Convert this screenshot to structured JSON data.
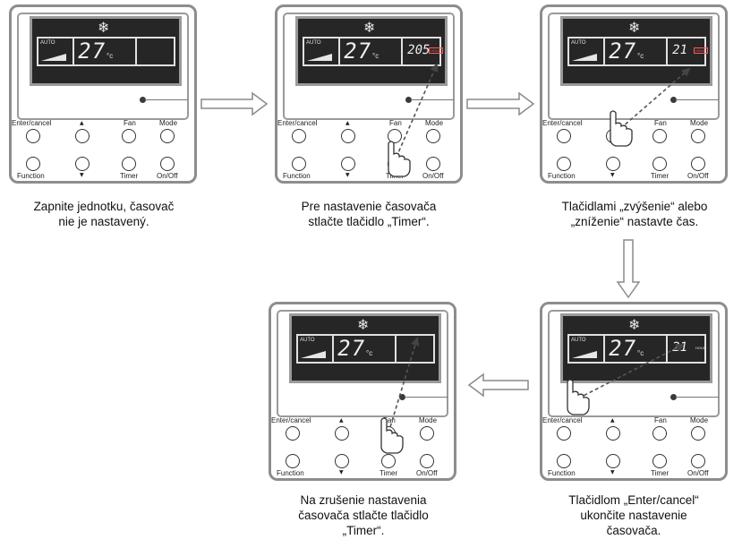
{
  "panel": {
    "auto_label": "AUTO",
    "temperature": "27",
    "temp_unit": "°c",
    "snow_icon": "❄",
    "buttons": {
      "enter_cancel": "Enter/cancel",
      "up": "▲",
      "fan": "Fan",
      "mode": "Mode",
      "function": "Function",
      "down": "▼",
      "timer": "Timer",
      "on_off": "On/Off"
    },
    "hour_label": "HOUR"
  },
  "steps": [
    {
      "timer_value": "",
      "caption": [
        "Zapnite jednotku, časovač",
        "nie je nastavený."
      ]
    },
    {
      "timer_value": "205",
      "caption": [
        "Pre nastavenie časovača",
        "stlačte tlačidlo „Timer“."
      ]
    },
    {
      "timer_value": "21",
      "caption": [
        "Tlačidlami „zvýšenie“ alebo",
        "„zníženie“ nastavte čas."
      ]
    },
    {
      "timer_value": "21",
      "caption": [
        "Tlačidlom „Enter/cancel“",
        "ukončite nastavenie",
        "časovača."
      ]
    },
    {
      "timer_value": "",
      "caption": [
        "Na zrušenie nastavenia",
        "časovača stlačte tlačidlo",
        "„Timer“."
      ]
    }
  ],
  "colors": {
    "panel_border": "#8d8d8d",
    "screen": "#262626",
    "hour_highlight": "#ff5a5a",
    "arrow": "#555555"
  }
}
